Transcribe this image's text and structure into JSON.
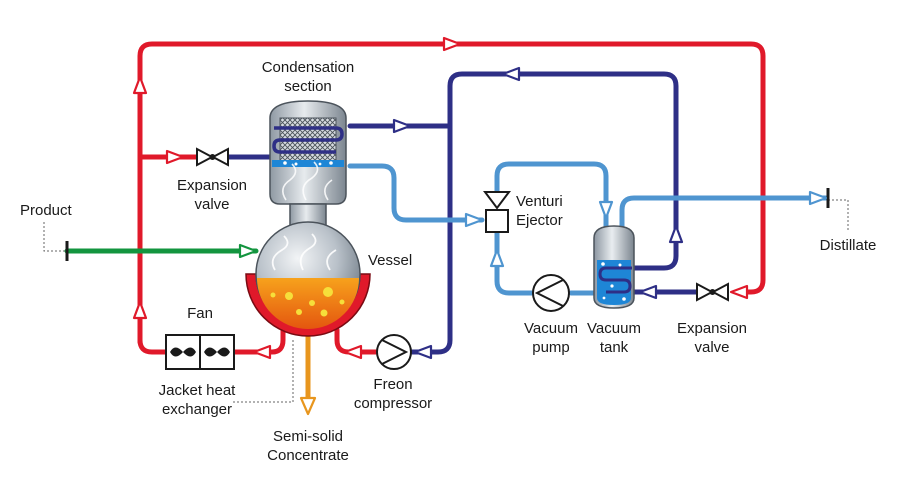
{
  "colors": {
    "red": "#e0192a",
    "dark_blue": "#2e2f86",
    "light_blue": "#4f95d0",
    "green": "#13953f",
    "orange": "#e8961e",
    "steel": "#a7b0ba",
    "water": "#1e86d6",
    "leader": "#666666"
  },
  "labels": {
    "condensation_1": "Condensation",
    "condensation_2": "section",
    "expansion_valve_left_1": "Expansion",
    "expansion_valve_left_2": "valve",
    "product": "Product",
    "vessel": "Vessel",
    "fan": "Fan",
    "jacket_1": "Jacket heat",
    "jacket_2": "exchanger",
    "concentrate_1": "Semi-solid",
    "concentrate_2": "Concentrate",
    "freon_1": "Freon",
    "freon_2": "compressor",
    "venturi_1": "Venturi",
    "venturi_2": "Ejector",
    "vacuum_pump_1": "Vacuum",
    "vacuum_pump_2": "pump",
    "vacuum_tank_1": "Vacuum",
    "vacuum_tank_2": "tank",
    "expansion_valve_right_1": "Expansion",
    "expansion_valve_right_2": "valve",
    "distillate": "Distillate"
  }
}
